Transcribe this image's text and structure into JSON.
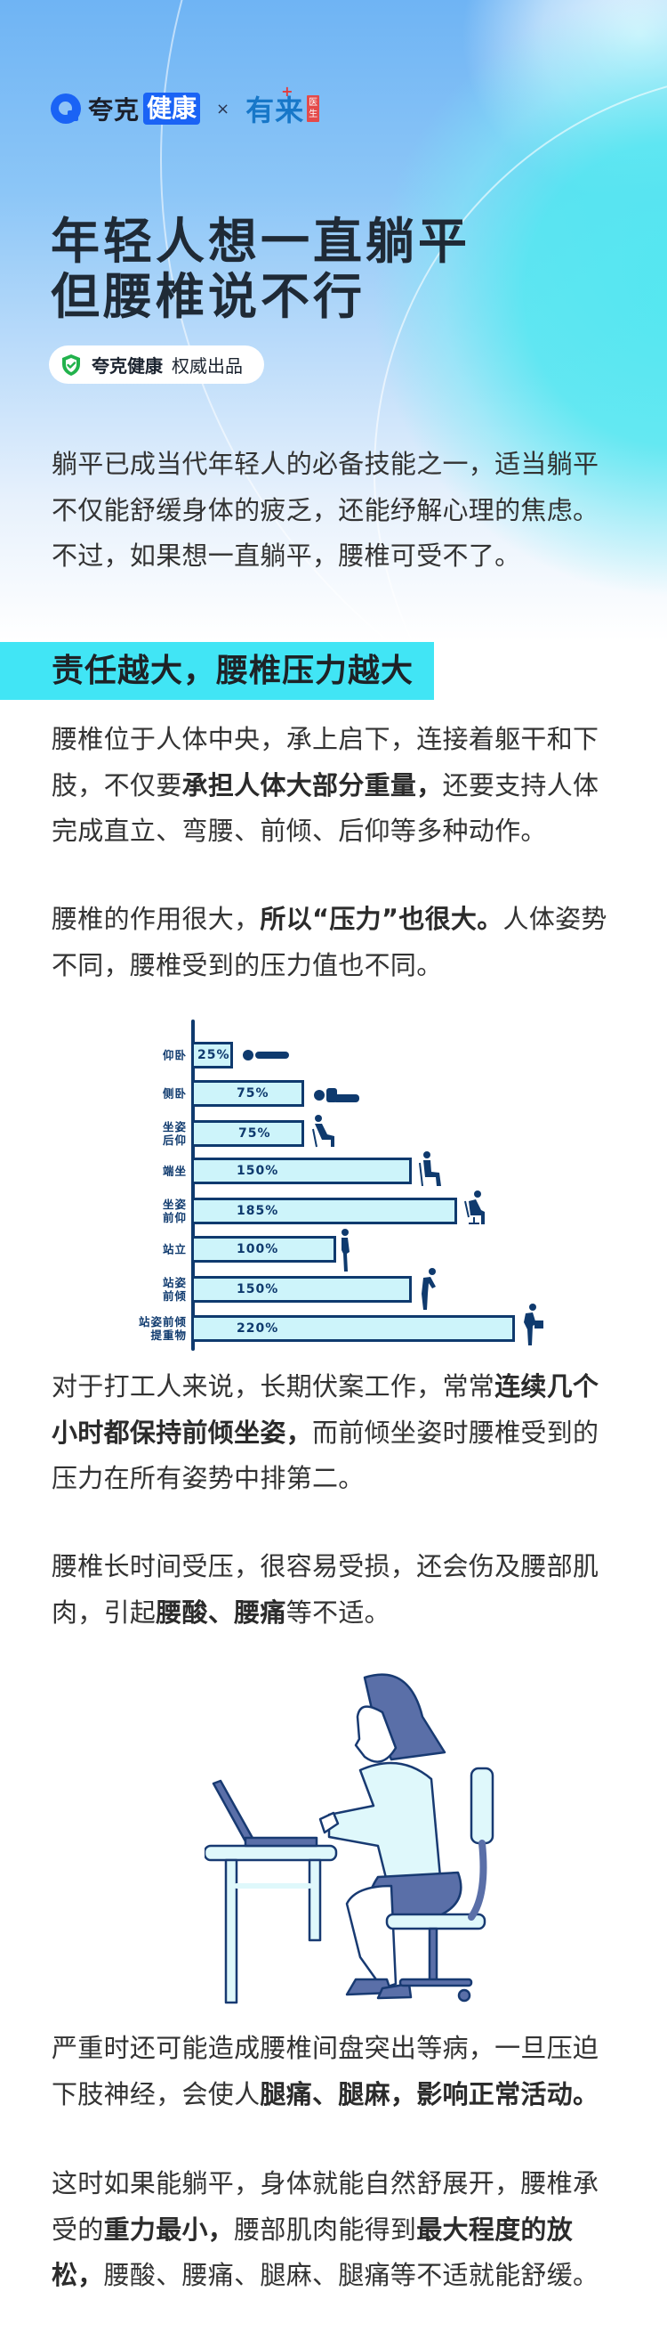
{
  "header": {
    "brand_primary": "夸克",
    "brand_primary_tag": "健康",
    "collab_symbol": "×",
    "brand_partner": "有来",
    "brand_partner_tag": "医生",
    "title_line1": "年轻人想一直躺平",
    "title_line2": "但腰椎说不行",
    "badge_brand": "夸克健康",
    "badge_note": "权威出品"
  },
  "colors": {
    "accent_bar": "#41E5F5",
    "brand_blue": "#1A63F5",
    "partner_blue": "#1777C8",
    "partner_red": "#E44A4A",
    "chart_navy": "#0F3A6E",
    "chart_fill": "#CDF4FA",
    "badge_green": "#22B24C",
    "body_text": "#333333"
  },
  "intro": {
    "text": "躺平已成当代年轻人的必备技能之一，适当躺平不仅能舒缓身体的疲乏，还能纾解心理的焦虑。不过，如果想一直躺平，腰椎可受不了。"
  },
  "section1": {
    "title": "责任越大，腰椎压力越大",
    "p1": {
      "a": "腰椎位于人体中央，承上启下，连接着躯干和下肢，不仅要",
      "bold": "承担人体大部分重量，",
      "b": "还要支持人体完成直立、弯腰、前倾、后仰等多种动作。"
    },
    "p2": {
      "a": "腰椎的作用很大，",
      "bold": "所以“压力”也很大。",
      "b": "人体姿势不同，腰椎受到的压力值也不同。"
    },
    "p3": {
      "a": "对于打工人来说，长期伏案工作，常常",
      "bold": "连续几个小时都保持前倾坐姿，",
      "b": "而前倾坐姿时腰椎受到的压力在所有姿势中排第二。"
    },
    "p4": {
      "a": "腰椎长时间受压，很容易受损，还会伤及腰部肌肉，引起",
      "bold1": "腰酸",
      "sep": "、",
      "bold2": "腰痛",
      "b": "等不适。"
    },
    "p5": {
      "a": "严重时还可能造成腰椎间盘突出等病，一旦压迫下肢神经，会使人",
      "bold": "腿痛、腿麻，影响正常活动。"
    },
    "p6": {
      "a": "这时如果能躺平，身体就能自然舒展开，腰椎承受的",
      "bold1": "重力最小，",
      "b": "腰部肌肉能得到",
      "bold2": "最大程度的放松，",
      "c": "腰酸、腰痛、腿麻、腿痛等不适就能舒缓。"
    }
  },
  "chart_data": {
    "type": "bar",
    "orientation": "horizontal",
    "title": "",
    "xlabel": "",
    "ylabel": "",
    "categories": [
      "仰卧",
      "侧卧",
      "坐姿后仰",
      "端坐",
      "坐姿前仰",
      "站立",
      "站姿前倾",
      "站姿前倾提重物"
    ],
    "category_display": [
      "仰卧",
      "侧卧",
      "坐姿\n后仰",
      "端坐",
      "坐姿\n前仰",
      "站立",
      "站姿\n前倾",
      "站姿前倾\n提重物"
    ],
    "values": [
      25,
      75,
      75,
      150,
      185,
      100,
      150,
      220
    ],
    "value_labels": [
      "25%",
      "75%",
      "75%",
      "150%",
      "185%",
      "100%",
      "150%",
      "220%"
    ],
    "icons": [
      "lying-supine-icon",
      "lying-side-icon",
      "sitting-recline-icon",
      "sitting-upright-icon",
      "sitting-lean-forward-icon",
      "standing-icon",
      "standing-lean-forward-icon",
      "standing-lift-weight-icon"
    ],
    "unit": "%",
    "grid": false,
    "legend": "none"
  }
}
